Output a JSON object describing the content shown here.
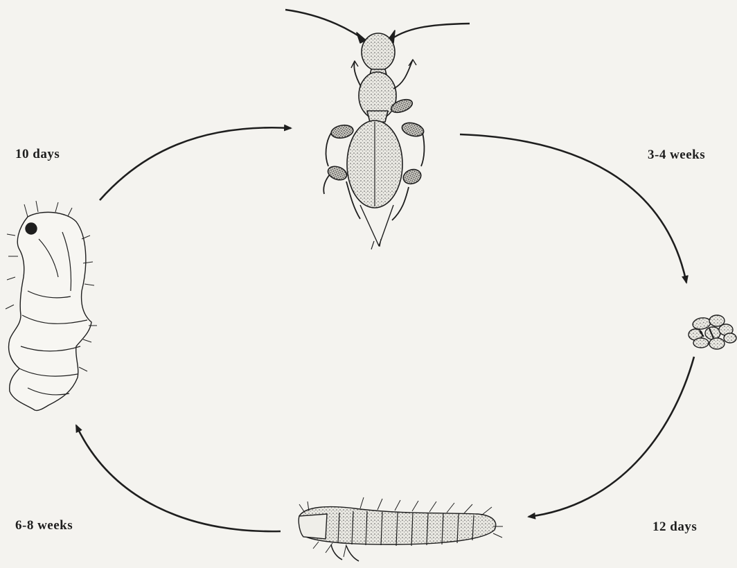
{
  "durations": {
    "pupa_to_adult": "10 days",
    "adult_to_eggs": "3-4 weeks",
    "eggs_to_larva": "12 days",
    "larva_to_pupa": "6-8 weeks"
  },
  "colors": {
    "background": "#f4f3ef",
    "ink": "#1e1e1e",
    "stipple": "#c9c7bf"
  }
}
